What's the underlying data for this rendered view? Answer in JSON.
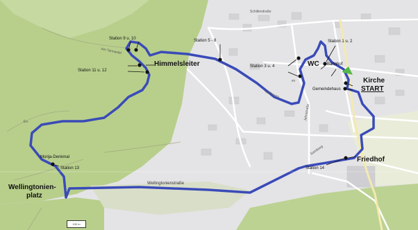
{
  "map": {
    "route_color": "#3a4bb8",
    "forest_color": "#b9cf8e",
    "settlement_color": "#e3e3e5",
    "start_marker_color": "#57b84a",
    "places": {
      "himmelsleiter": "Himmelsleiter",
      "wc": "WC",
      "kirche": "Kirche",
      "start": "START",
      "friedhof": "Friedhof",
      "wellingtonienplatz_line1": "Wellingtonien-",
      "wellingtonienplatz_line2": "platz"
    },
    "stations": {
      "s9_10": "Station 9 u. 10",
      "s11_12": "Station 11 u. 12",
      "s5_8": "Station 5 - 8",
      "s3_4": "Station 3 u. 4",
      "s1_2": "Station 1 u. 2",
      "s13": "Station 13",
      "s14": "Station 14"
    },
    "poi": {
      "morija": "Morija-Denkmal",
      "gemeindehaus": "Gemeindehaus",
      "bahnhof": "Bahnhof",
      "ev": "ev"
    },
    "streets": {
      "wellingtonienstrasse": "Wellingtonienstraße",
      "spoehrweg": "Spöhrweg",
      "sandweg": "Sandweg",
      "am_tannwald": "Am Tannwald",
      "ev_label": "Ev.",
      "jahnstrasse": "Jahnstraße",
      "schillerstrasse": "Schillerstraße"
    },
    "scale": "100 m"
  }
}
